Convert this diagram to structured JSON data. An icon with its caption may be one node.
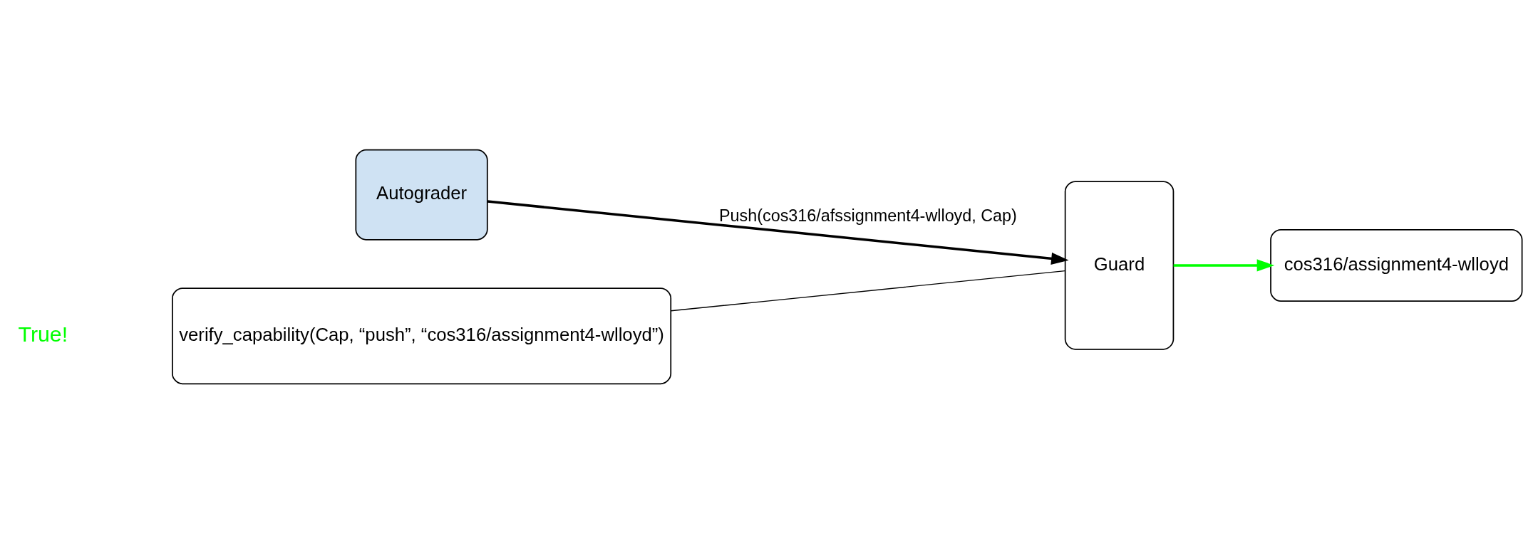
{
  "diagram": {
    "nodes": [
      {
        "text": [
          "Autograder"
        ]
      },
      {
        "text": [
          "Guard"
        ]
      },
      {
        "text": [
          "cos316/assignment4-wlloyd"
        ]
      },
      {
        "text": [
          "verify_capability(Cap, “push”, “cos316/assignment4-wlloyd”)"
        ]
      }
    ],
    "edges": [
      {
        "from": 0,
        "to": 1,
        "arrow": "to",
        "label": "Push(cos316/afssignment4-wlloyd, Cap)"
      },
      {
        "from": 1,
        "to": 2,
        "arrow": "to",
        "color": "#00ff00"
      },
      {
        "from": 3,
        "to": 1,
        "arrow": "none"
      }
    ],
    "labels": [
      "True!"
    ]
  }
}
